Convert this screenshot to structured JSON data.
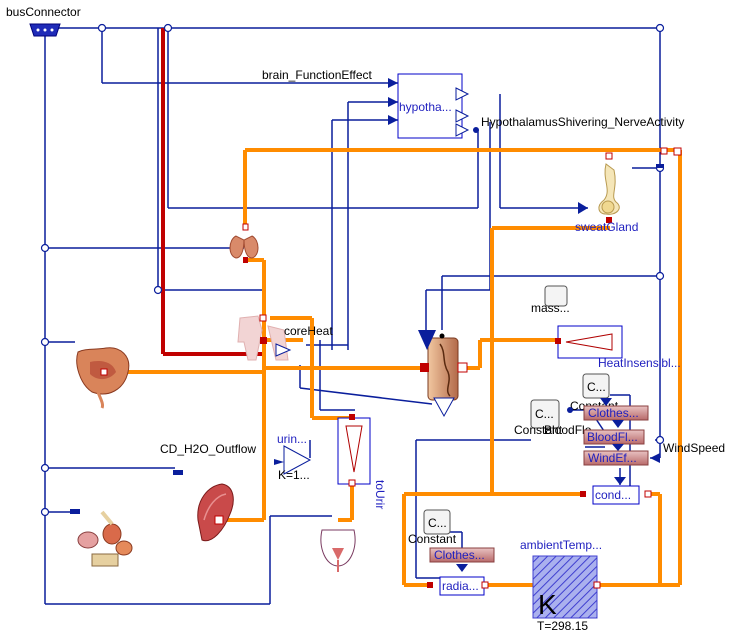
{
  "diagram": {
    "bus_connector_label": "busConnector",
    "brain_function_label": "brain_FunctionEffect",
    "hypothalamus_label": "hypotha...",
    "shivering_label": "HypothalamusShivering_NerveActivity",
    "sweat_gland_label": "sweatGland",
    "mass_label": "mass...",
    "core_heat_label": "coreHeat",
    "heat_insensible_label": "HeatInsensibl...",
    "const1_label": "C...",
    "constant_label": "Constant",
    "clothes1_label": "Clothes...",
    "const2_label": "C...",
    "constant_bloodflow_label": "Constant",
    "bloodflow_label": "BloodFl...",
    "constant_overlap_label": "BloodFlo",
    "windeffect_label": "WindEf...",
    "windspeed_label": "WindSpeed",
    "conduction_label": "cond...",
    "ambient_temp_label": "ambientTemp...",
    "ambient_k_label": "K",
    "ambient_value_label": "T=298.15",
    "radiation_label": "radia...",
    "const3_label": "C...",
    "constant3_label": "Constant",
    "clothes2_label": "Clothes...",
    "cd_h2o_label": "CD_H2O_Outflow",
    "urine_label": "urin...",
    "gain_label": "K=1...",
    "to_urine_label": "toUrir"
  },
  "colors": {
    "bus_line": "#0a1e9c",
    "heat_line": "#ff8c00",
    "red_line": "#c00000",
    "block_border": "#0000c8",
    "hatch": "#4040d0",
    "clothes_fill": "#d29a9a"
  }
}
